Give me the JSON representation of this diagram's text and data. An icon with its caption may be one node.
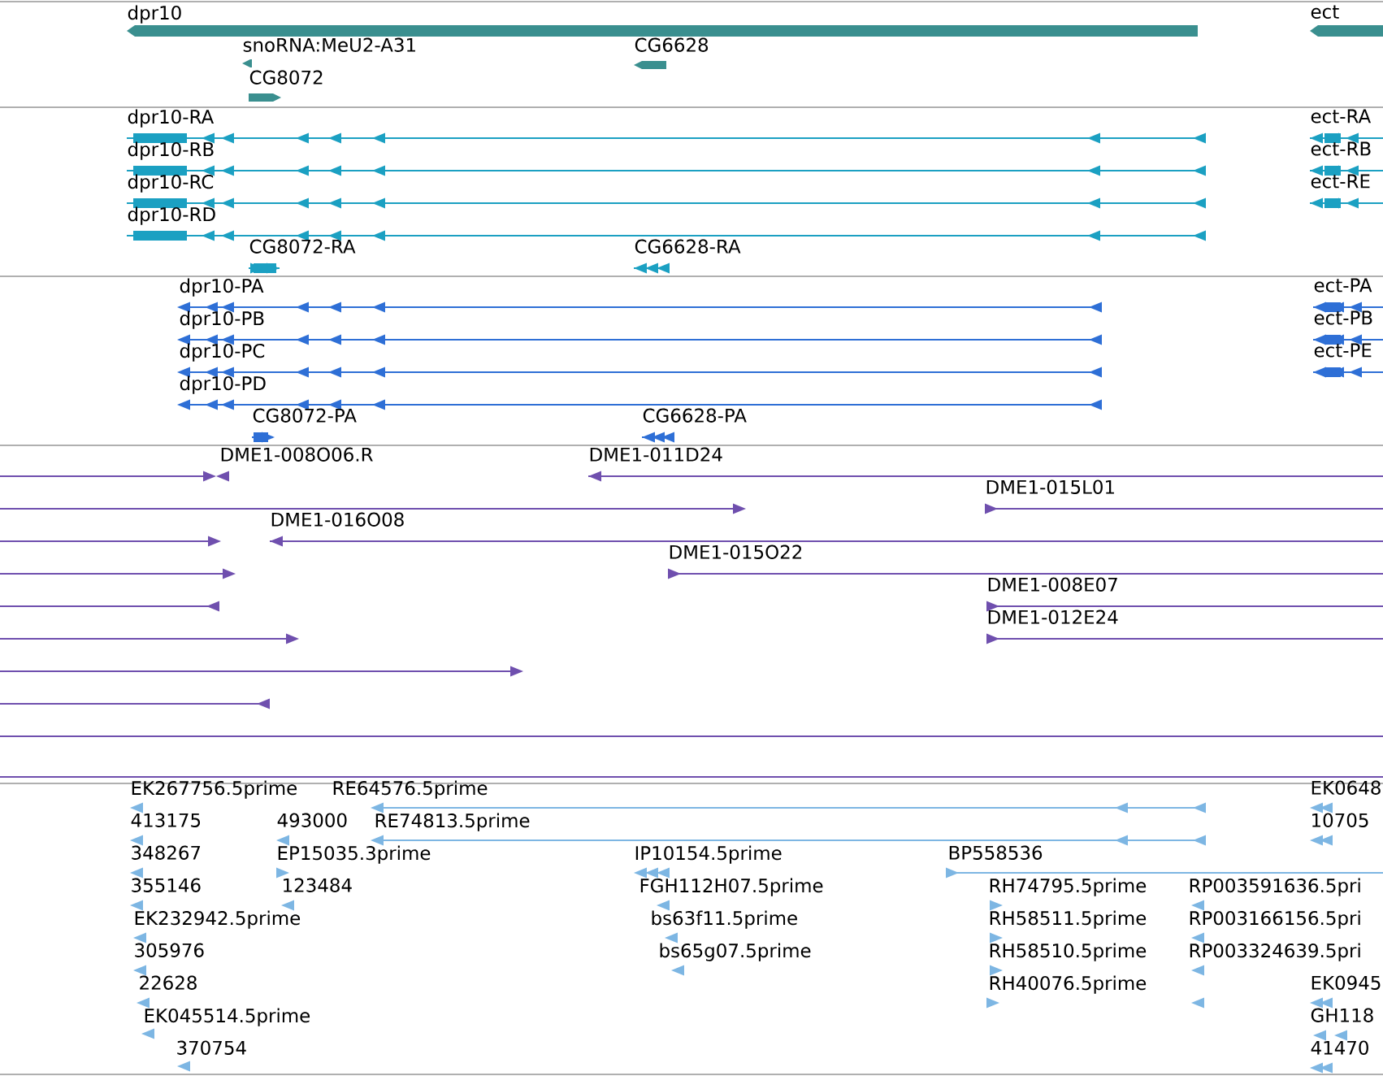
{
  "diagram": {
    "labels": [
      "dpr10",
      "ect",
      "snoRNA:MeU2-A31",
      "CG6628",
      "CG8072",
      "dpr10-RA",
      "ect-RA",
      "dpr10-RB",
      "ect-RB",
      "dpr10-RC",
      "ect-RE",
      "dpr10-RD",
      "CG8072-RA",
      "CG6628-RA",
      "dpr10-PA",
      "ect-PA",
      "dpr10-PB",
      "ect-PB",
      "dpr10-PC",
      "ect-PE",
      "dpr10-PD",
      "CG8072-PA",
      "CG6628-PA",
      "DME1-008O06.R",
      "DME1-011D24",
      "DME1-015L01",
      "DME1-016O08",
      "DME1-015O22",
      "DME1-008E07",
      "DME1-012E24",
      "EK267756.5prime",
      "RE64576.5prime",
      "EK0648",
      "413175",
      "493000",
      "RE74813.5prime",
      "10705",
      "348267",
      "EP15035.3prime",
      "IP10154.5prime",
      "BP558536",
      "355146",
      "123484",
      "FGH112H07.5prime",
      "RH74795.5prime",
      "RP003591636.5pri",
      "EK232942.5prime",
      "bs63f11.5prime",
      "RH58511.5prime",
      "RP003166156.5pri",
      "305976",
      "bs65g07.5prime",
      "RH58510.5prime",
      "RP003324639.5pri",
      "22628",
      "RH40076.5prime",
      "EK0945",
      "EK045514.5prime",
      "GH118",
      "370754",
      "41470"
    ]
  }
}
